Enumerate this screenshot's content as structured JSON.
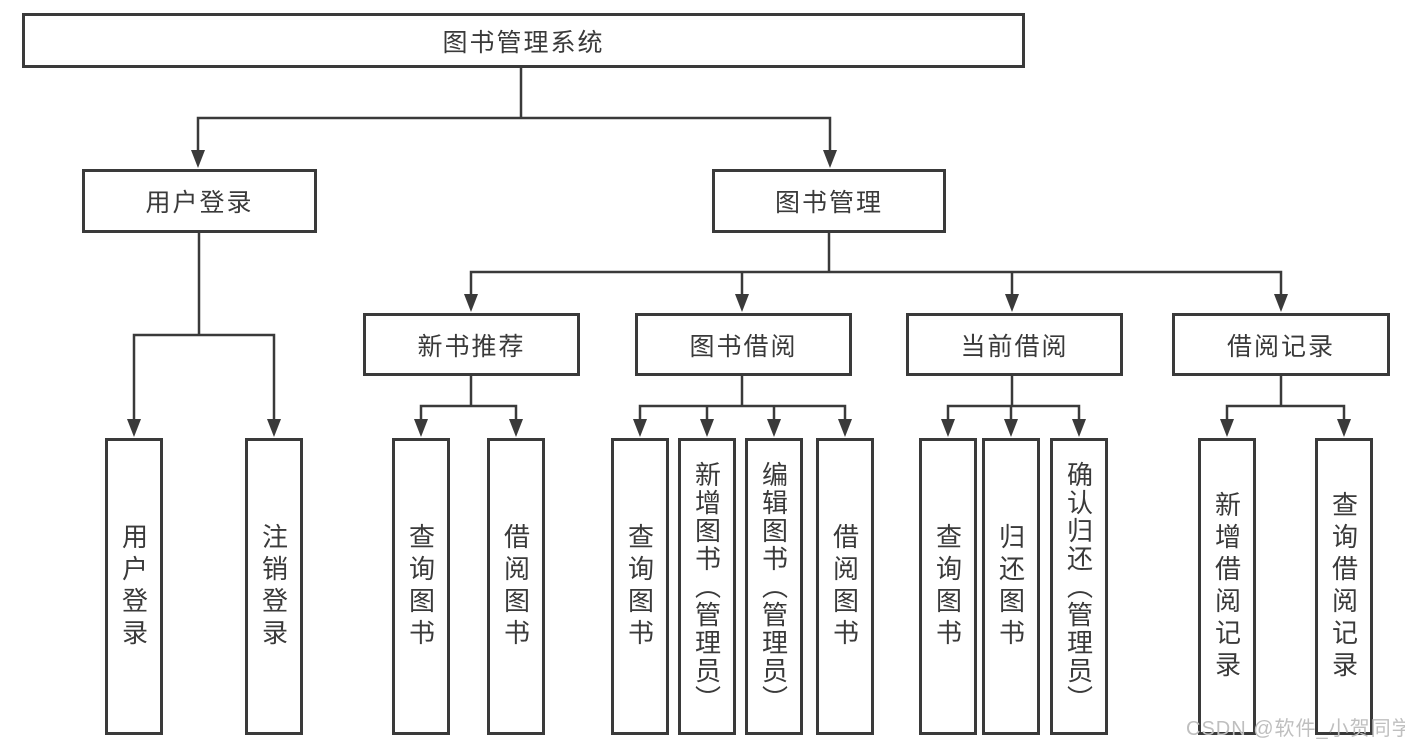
{
  "tree": {
    "label": "图书管理系统",
    "children": [
      {
        "label": "用户登录",
        "children": [
          {
            "label": "用户登录"
          },
          {
            "label": "注销登录"
          }
        ]
      },
      {
        "label": "图书管理",
        "children": [
          {
            "label": "新书推荐",
            "children": [
              {
                "label": "查询图书"
              },
              {
                "label": "借阅图书"
              }
            ]
          },
          {
            "label": "图书借阅",
            "children": [
              {
                "label": "查询图书"
              },
              {
                "label": "新增图书（管理员）"
              },
              {
                "label": "编辑图书（管理员）"
              },
              {
                "label": "借阅图书"
              }
            ]
          },
          {
            "label": "当前借阅",
            "children": [
              {
                "label": "查询图书"
              },
              {
                "label": "归还图书"
              },
              {
                "label": "确认归还（管理员）"
              }
            ]
          },
          {
            "label": "借阅记录",
            "children": [
              {
                "label": "新增借阅记录"
              },
              {
                "label": "查询借阅记录"
              }
            ]
          }
        ]
      }
    ]
  },
  "watermark": {
    "text": "CSDN @软件_小贺同学",
    "color": "#bfbfbf"
  },
  "colors": {
    "line": "#3a3a3a",
    "box_border": "#3a3a3a",
    "text": "#3a3a3a",
    "background": "#ffffff"
  }
}
